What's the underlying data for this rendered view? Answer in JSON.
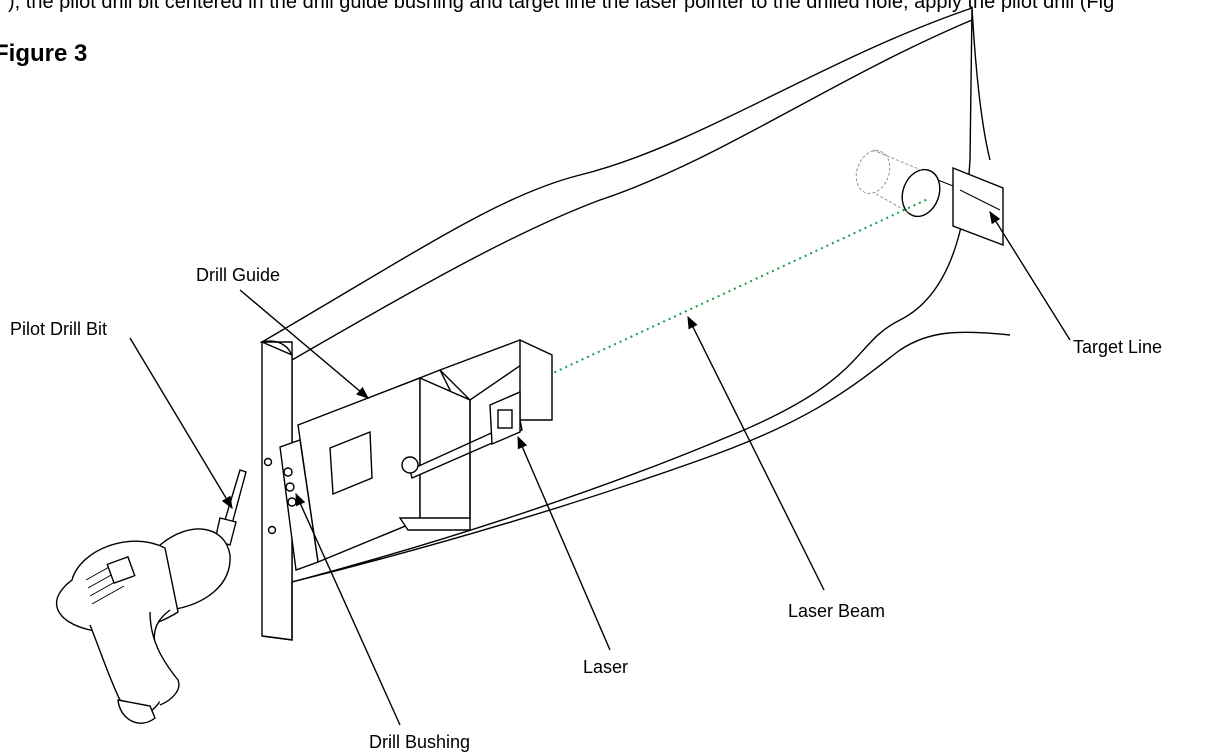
{
  "header": {
    "clipped_text": "), the pilot drill bit centered in the drill guide bushing and target line the laser pointer to the drilled hole, apply the pilot drill (Fig",
    "figure_title": "Figure 3"
  },
  "labels": {
    "drill_guide": "Drill Guide",
    "pilot_drill_bit": "Pilot Drill Bit",
    "target_line": "Target Line",
    "laser_beam": "Laser Beam",
    "laser": "Laser",
    "drill_bushing": "Drill Bushing"
  },
  "colors": {
    "line": "#000000",
    "laser_beam": "#1a9a4a",
    "background": "#ffffff"
  }
}
